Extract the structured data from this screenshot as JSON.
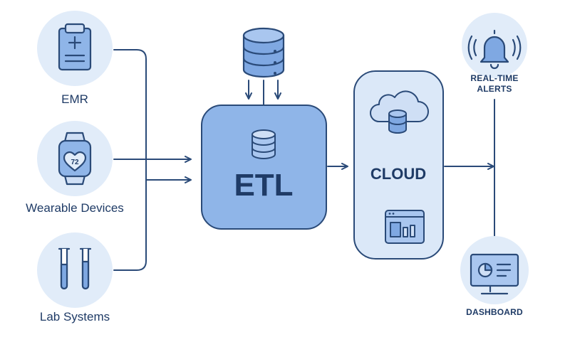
{
  "sources": [
    {
      "label": "EMR",
      "icon": "clipboard-medical-icon"
    },
    {
      "label": "Wearable Devices",
      "icon": "smartwatch-icon",
      "watch_value": "72"
    },
    {
      "label": "Lab Systems",
      "icon": "test-tubes-icon"
    }
  ],
  "processor": {
    "label": "ETL",
    "icon": "database-icon"
  },
  "external_db": {
    "icon": "database-icon"
  },
  "storage": {
    "label": "CLOUD",
    "icons": [
      "cloud-database-icon",
      "analytics-window-icon"
    ]
  },
  "outputs": [
    {
      "label_line1": "REAL-TIME",
      "label_line2": "ALERTS",
      "icon": "bell-icon"
    },
    {
      "label": "DASHBOARD",
      "icon": "monitor-chart-icon"
    }
  ],
  "colors": {
    "stroke": "#2a4a78",
    "circle_fill": "#e1ecf9",
    "etl_fill": "#8fb5e8",
    "cloud_fill": "#dbe8f8",
    "icon_fill": "#7fa8e2"
  }
}
